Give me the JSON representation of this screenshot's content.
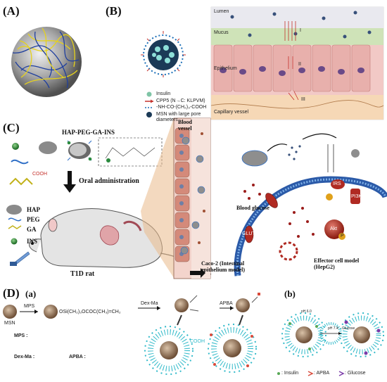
{
  "panels": {
    "A": {
      "label": "(A)"
    },
    "B": {
      "label": "(B)",
      "legend": [
        "Insulin",
        "CPP5 (N→C: KLPVM)",
        "-NH-CO-(CH₂)₃-COOH",
        "MSN with large pore",
        "diameters"
      ],
      "regions": {
        "lumen": "Lumen",
        "mucus": "Mucus",
        "epithelium": "Epithelium",
        "capillary": "Capillary vessel",
        "step1": "I",
        "step2": "II",
        "step3": "III"
      }
    },
    "C": {
      "label": "(C)",
      "conjugate": "HAP-PEG-GA-INS",
      "cooh": "COOH",
      "route": "Oral administration",
      "blood_vessel": "Blood\nvessel",
      "legend": [
        "HAP",
        "PEG",
        "GA",
        "INS"
      ],
      "rat": "T1D rat",
      "caco": "Caco-2 (Intestinal\nepithelium model)",
      "blood_glucose": "Blood glucose",
      "effector": "Effector cell model\n(HepG2)",
      "irs": "IRS",
      "pi3k": "PI3K",
      "akt": "Akt",
      "p": "P",
      "glut": "GLUT4"
    },
    "D": {
      "label": "(D)",
      "sub_a": "(a)",
      "sub_b": "(b)",
      "mps_arrow": "MPS",
      "dexma_arrow": "Dex-Ma",
      "apba_arrow": "APBA",
      "msn": "MSN",
      "mps_formula": "MPS :",
      "dexma_label": "Dex-Ma :",
      "apba_label": "APBA :",
      "surface_chem": "OSi(CH₂)₃OCOC(CH₃)=CH₂",
      "cooh_tag": "COOH",
      "ph1": "pH 6.0",
      "ph2": "pH 7.4",
      "glucose_arrow": "Glucose",
      "legend_insulin": ": Insulin",
      "legend_apba": ": APBA",
      "legend_glucose": ": Glucose"
    }
  },
  "colors": {
    "mucus": "#cfe3b8",
    "epithelium": "#f2c9c6",
    "capillary": "#f6d8b6",
    "membrane": "#2b5aa8",
    "dendrimer": "#2fb9c9",
    "core": "#9a7a60"
  }
}
